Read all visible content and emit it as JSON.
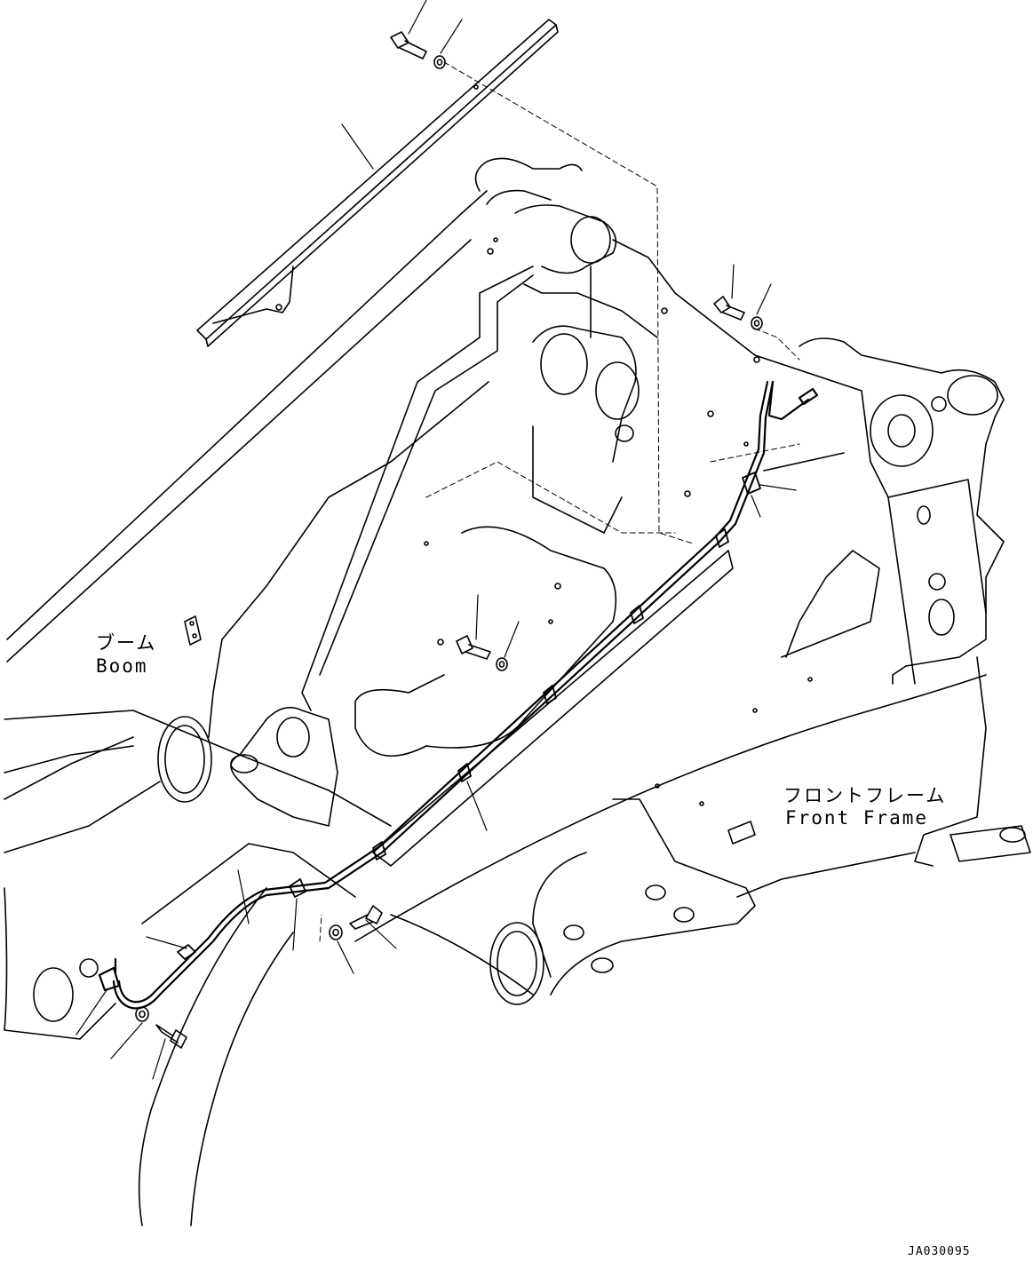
{
  "labels": {
    "boom_jp": "ブーム",
    "boom_en": "Boom",
    "front_frame_jp": "フロントフレーム",
    "front_frame_en": "Front Frame"
  },
  "drawing_code": "JA030095",
  "colors": {
    "line": "#000000",
    "background": "#ffffff"
  }
}
